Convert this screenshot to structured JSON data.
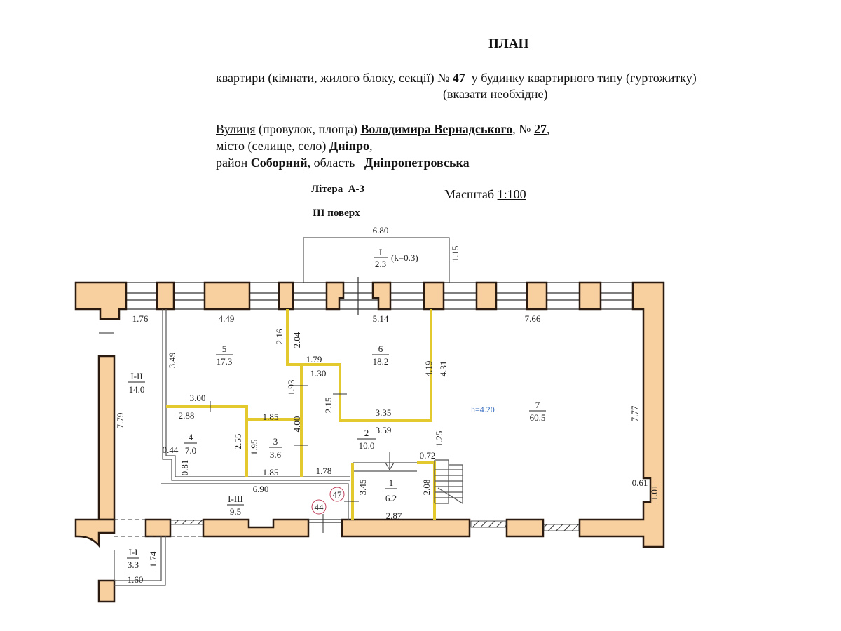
{
  "header": {
    "title": "ПЛАН",
    "line1": {
      "w1": "квартири",
      "w2": " (кімнати, жилого блоку, секції)  № ",
      "num": "47",
      "w3": "у будинку квартирного типу",
      "w4": " (гуртожитку)"
    },
    "line2": "(вказати необхідне)",
    "street": {
      "w1": "Вулиця",
      "w2": " (провулок, площа) ",
      "name": "Володимира Вернадського",
      "w3": ", № ",
      "num": "27",
      "w4": ","
    },
    "city": {
      "w1": "місто",
      "w2": " (селище, село) ",
      "name": "Дніпро",
      "w3": ","
    },
    "district": {
      "w1": "район ",
      "name": "Соборний",
      "w2": ", область   ",
      "region": "Дніпропетровська"
    },
    "litera": "Літера  А-3",
    "floor": "III поверх",
    "scale_label": "Масштаб ",
    "scale": "1:100"
  },
  "plan": {
    "rooms": [
      {
        "num": "I",
        "area": "2.3",
        "note": "(k=0.3)"
      },
      {
        "num": "5",
        "area": "17.3"
      },
      {
        "num": "6",
        "area": "18.2"
      },
      {
        "num": "I-II",
        "area": "14.0"
      },
      {
        "num": "4",
        "area": "7.0"
      },
      {
        "num": "3",
        "area": "3.6"
      },
      {
        "num": "2",
        "area": "10.0"
      },
      {
        "num": "7",
        "area": "60.5"
      },
      {
        "num": "1",
        "area": "6.2"
      },
      {
        "num": "I-III",
        "area": "9.5"
      },
      {
        "num": "I-I",
        "area": "3.3"
      }
    ],
    "dims": [
      "6.80",
      "1.15",
      "1.76",
      "4.49",
      "5.14",
      "7.66",
      "2.16",
      "2.04",
      "3.49",
      "1.79",
      "1.30",
      "4.19",
      "4.31",
      "7.79",
      "3.00",
      "2.88",
      "1.85",
      "1.93",
      "2.15",
      "3.35",
      "3.59",
      "4.00",
      "2.55",
      "1.95",
      "0.44",
      "0.81",
      "1.85",
      "1.78",
      "6.90",
      "1.25",
      "0.72",
      "3.45",
      "2.08",
      "2.87",
      "0.61",
      "1.01",
      "7.77",
      "1.74",
      "1.60"
    ],
    "height": "h=4.20",
    "markers": [
      "47",
      "44"
    ],
    "colors": {
      "wall": "#f8cf9f",
      "partition": "#e3c92d",
      "marker": "#c0405a",
      "height_text": "#3a6fc0"
    }
  }
}
